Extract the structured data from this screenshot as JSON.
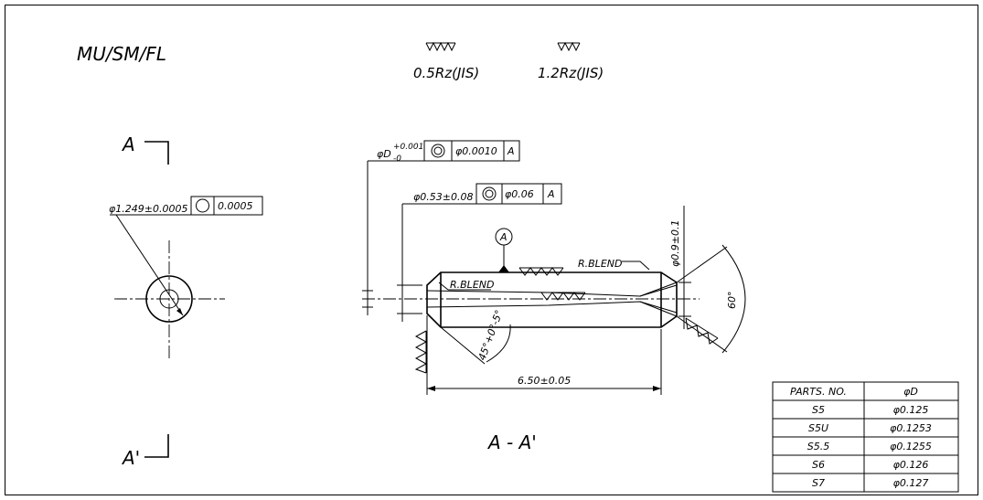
{
  "title_block": {
    "material_spec": "MU/SM/FL"
  },
  "surface_finish": [
    {
      "symbol": "VVVV",
      "value": "0.5Rz(JIS)"
    },
    {
      "symbol": "VVV",
      "value": "1.2Rz(JIS)"
    }
  ],
  "section_view": {
    "cut_start": "A",
    "cut_end": "A'",
    "concentricity_callout": {
      "dimension": "φ1.249±0.0005",
      "symbol": "circularity",
      "tolerance": "0.0005"
    }
  },
  "main_view": {
    "caption": "A - A'",
    "datum": "A",
    "bore_dim": {
      "base": "φD",
      "upper": "+0.001",
      "lower": "-0",
      "tolerance": "φ0.0010",
      "datum": "A"
    },
    "inner_dim": {
      "dimension": "φ0.53±0.08",
      "tolerance": "φ0.06",
      "datum": "A"
    },
    "blend_left": "R.BLEND",
    "blend_right": "R.BLEND",
    "outer_dim": "φ0.9±0.1",
    "length_dim": "6.50±0.05",
    "chamfer_angle": "45°+0°-5°",
    "tip_angle": "60°"
  },
  "parts_table": {
    "headers": [
      "PARTS. NO.",
      "φD"
    ],
    "rows": [
      [
        "S5",
        "φ0.125"
      ],
      [
        "S5U",
        "φ0.1253"
      ],
      [
        "S5.5",
        "φ0.1255"
      ],
      [
        "S6",
        "φ0.126"
      ],
      [
        "S7",
        "φ0.127"
      ]
    ]
  }
}
